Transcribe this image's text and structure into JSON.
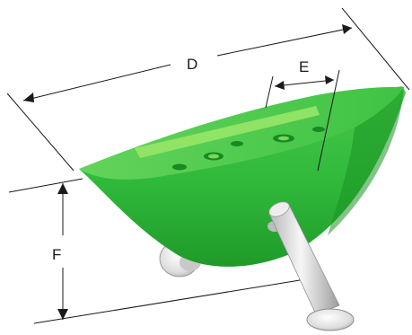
{
  "dimensions": {
    "d_label": "D",
    "e_label": "E",
    "f_label": "F"
  },
  "colors": {
    "part_green": "#2fb83a",
    "part_highlight": "#9be86a",
    "part_shadow": "#178a22",
    "pin_light": "#f2f2f2",
    "pin_shade": "#a8a8a8",
    "line": "#1a1a1a"
  }
}
